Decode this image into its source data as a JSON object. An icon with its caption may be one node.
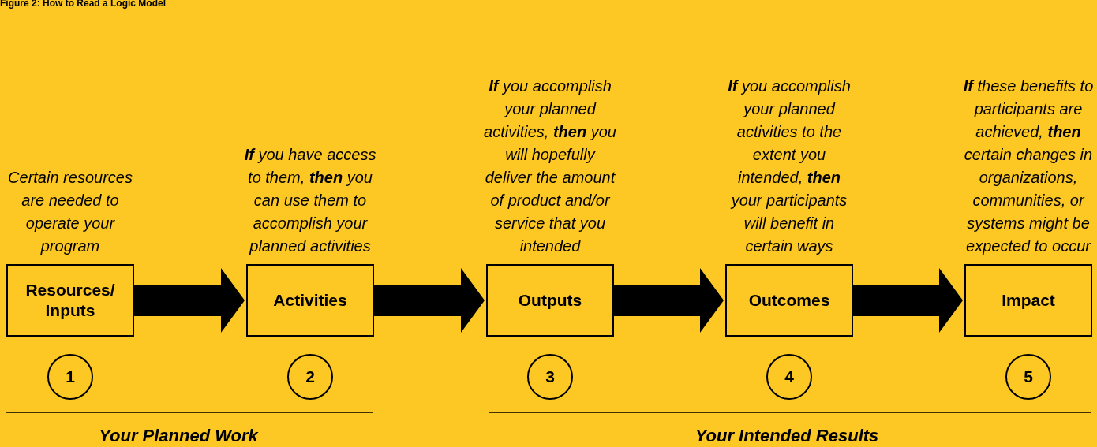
{
  "diagram": {
    "title": "Figure 2: How to Read a Logic Model",
    "nodes": [
      {
        "text": [
          "Resources/ Inputs"
        ],
        "beside": [
          "Certain resources are needed to operate your program"
        ]
      },
      {
        "text": [
          "Activities"
        ],
        "beside": [
          "**If** you have access to them, **then** you can use them to accomplish your planned activities"
        ]
      },
      {
        "text": [
          "Outputs"
        ],
        "beside": [
          "**If** you accomplish your planned activities, **then** you will hopefully deliver the amount of product and/or service that you intended"
        ]
      },
      {
        "text": [
          "Outcomes"
        ],
        "beside": [
          "**If** you accomplish your planned activities to the extent you intended, **then** your participants will benefit in certain ways"
        ]
      },
      {
        "text": [
          "Impact"
        ],
        "beside": [
          "**If** these benefits to participants are achieved, **then** certain changes in organizations, communities, or systems might be expected to occur"
        ]
      },
      {
        "text": [
          "1"
        ]
      },
      {
        "text": [
          "2"
        ]
      },
      {
        "text": [
          "3"
        ]
      },
      {
        "text": [
          "4"
        ]
      },
      {
        "text": [
          "5"
        ]
      }
    ],
    "edges": [
      {
        "from": 0,
        "to": 1,
        "arrow": "to"
      },
      {
        "from": 1,
        "to": 2,
        "arrow": "to"
      },
      {
        "from": 2,
        "to": 3,
        "arrow": "to"
      },
      {
        "from": 3,
        "to": 4,
        "arrow": "to"
      }
    ],
    "labels": [
      "Your Planned Work",
      "Your Intended Results"
    ]
  }
}
